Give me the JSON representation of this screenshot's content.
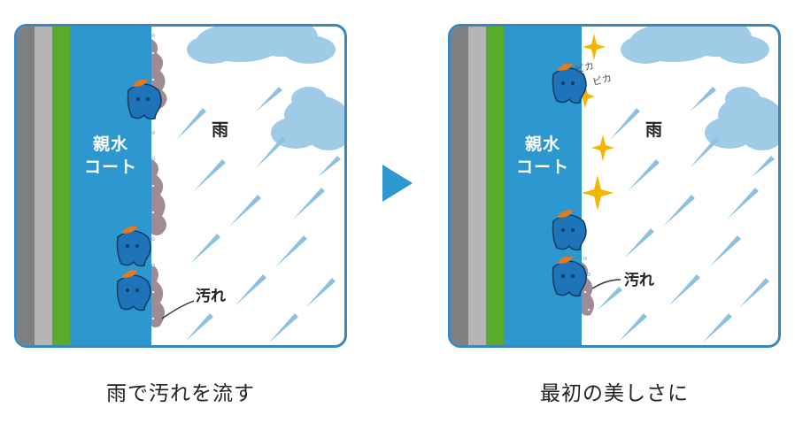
{
  "panels": [
    {
      "coat_label_line1": "親水",
      "coat_label_line2": "コート",
      "rain_label": "雨",
      "dirt_label": "汚れ",
      "caption": "雨で汚れを流す"
    },
    {
      "coat_label_line1": "親水",
      "coat_label_line2": "コート",
      "rain_label": "雨",
      "dirt_label": "汚れ",
      "sparkle_text_1": "ピカ",
      "sparkle_text_2": "ピカ",
      "caption": "最初の美しさに"
    }
  ],
  "colors": {
    "panel_border": "#3a86bf",
    "coat_blue": "#2d97cf",
    "wall_green": "#5aaa2c",
    "wall_gray_dark": "#7d7f81",
    "wall_gray_light": "#b3b5b7",
    "cloud": "#9fcbe6",
    "raindrop": "#8cc1e2",
    "dirt": "#a08a94",
    "sparkle": "#f2b705",
    "mascot_body": "#1f74b9",
    "mascot_leaf": "#e07b20",
    "arrow": "#2d97cf"
  }
}
